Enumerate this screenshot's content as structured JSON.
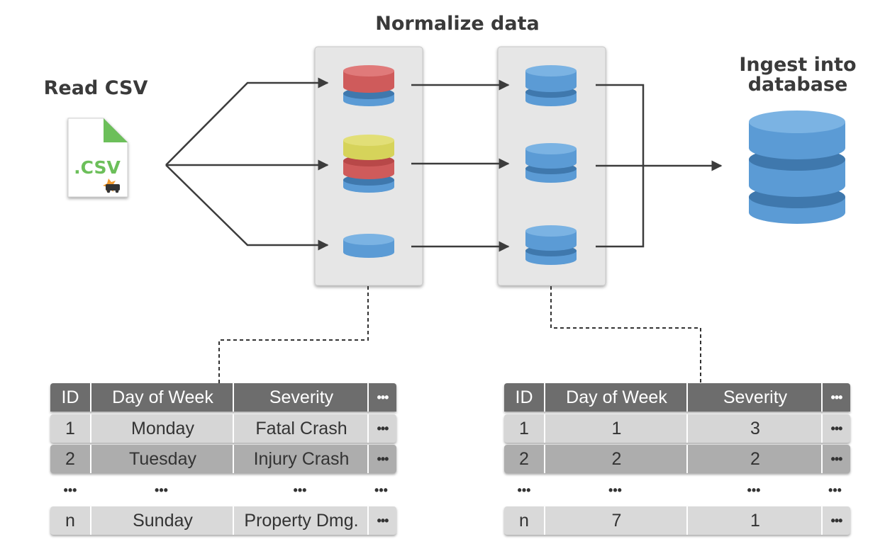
{
  "titles": {
    "normalize": "Normalize data",
    "read_csv": "Read CSV",
    "ingest_line1": "Ingest into",
    "ingest_line2": "database"
  },
  "csv_file": {
    "label": ".CSV",
    "icon": "car-crash-icon"
  },
  "colors": {
    "blue": "#5b9bd5",
    "red": "#cf5b5b",
    "yellow": "#d6d35a",
    "panel": "#e6e6e6",
    "csv_green": "#6cbf5a"
  },
  "tables": {
    "left": {
      "headers": [
        "ID",
        "Day of Week",
        "Severity",
        "•••"
      ],
      "rows": [
        [
          "1",
          "Monday",
          "Fatal Crash",
          "•••"
        ],
        [
          "2",
          "Tuesday",
          "Injury Crash",
          "•••"
        ]
      ],
      "ellipsis": [
        "•••",
        "•••",
        "•••",
        "•••"
      ],
      "last": [
        "n",
        "Sunday",
        "Property Dmg.",
        "•••"
      ]
    },
    "right": {
      "headers": [
        "ID",
        "Day of Week",
        "Severity",
        "•••"
      ],
      "rows": [
        [
          "1",
          "1",
          "3",
          "•••"
        ],
        [
          "2",
          "2",
          "2",
          "•••"
        ]
      ],
      "ellipsis": [
        "•••",
        "•••",
        "•••",
        "•••"
      ],
      "last": [
        "n",
        "7",
        "1",
        "•••"
      ]
    }
  }
}
